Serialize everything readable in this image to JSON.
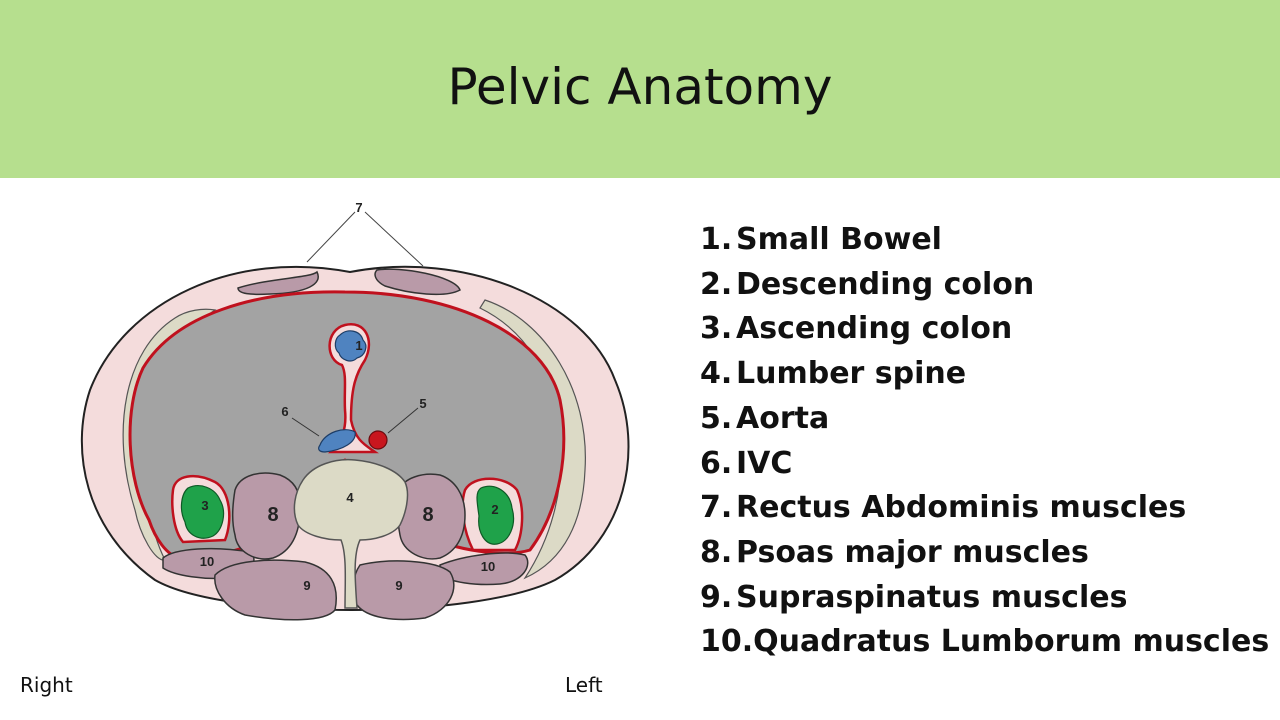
{
  "slide": {
    "title": "Pelvic Anatomy",
    "orientation": {
      "right": "Right",
      "left": "Left"
    }
  },
  "diagram": {
    "labels": {
      "small_bowel": "1",
      "descending_colon": "2",
      "ascending_colon": "3",
      "lumbar_spine": "4",
      "aorta": "5",
      "ivc": "6",
      "rectus": "7",
      "psoas_right": "8",
      "psoas_left": "8",
      "supraspinatus_right": "9",
      "supraspinatus_left": "9",
      "quadratus_right": "10",
      "quadratus_left": "10"
    },
    "colors": {
      "skin": "#f4dcdc",
      "cavity": "#a3a3a3",
      "peritoneum": "#c0111e",
      "muscle": "#b99aa8",
      "bone": "#dcdac6",
      "small_bowel": "#4f83c0",
      "colon": "#1fa24a",
      "aorta": "#c8161e"
    }
  },
  "legend": {
    "items": [
      {
        "num": "1.",
        "text": "Small Bowel"
      },
      {
        "num": "2.",
        "text": "Descending colon"
      },
      {
        "num": "3.",
        "text": "Ascending colon"
      },
      {
        "num": "4.",
        "text": "Lumber spine"
      },
      {
        "num": "5.",
        "text": "Aorta"
      },
      {
        "num": "6.",
        "text": "IVC"
      },
      {
        "num": "7.",
        "text": "Rectus Abdominis muscles"
      },
      {
        "num": "8.",
        "text": "Psoas major muscles"
      },
      {
        "num": "9.",
        "text": "Supraspinatus muscles"
      },
      {
        "num": "10.",
        "text": "Quadratus Lumborum muscles"
      }
    ]
  }
}
